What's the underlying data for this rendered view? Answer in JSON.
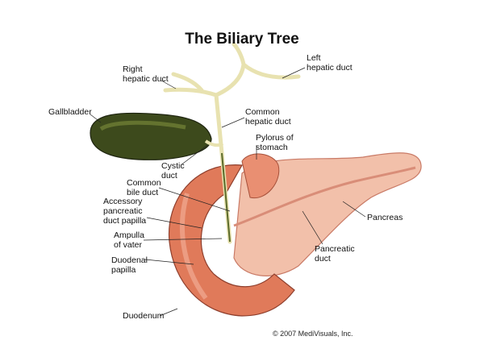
{
  "title": "The Biliary Tree",
  "labels": {
    "right_hepatic": [
      "Right",
      "hepatic duct"
    ],
    "left_hepatic": [
      "Left",
      "hepatic duct"
    ],
    "gallbladder": [
      "Gallbladder"
    ],
    "common_hepatic": [
      "Common",
      "hepatic duct"
    ],
    "pylorus": [
      "Pylorus of",
      "stomach"
    ],
    "cystic": [
      "Cystic",
      "duct"
    ],
    "common_bile": [
      "Common",
      "bile duct"
    ],
    "accessory": [
      "Accessory",
      "pancreatic",
      "duct papilla"
    ],
    "ampulla": [
      "Ampulla",
      "of vater"
    ],
    "duodenal_papilla": [
      "Duodenal",
      "papilla"
    ],
    "duodenum": [
      "Duodenum"
    ],
    "pancreas": [
      "Pancreas"
    ],
    "pancreatic_duct": [
      "Pancreatic",
      "duct"
    ]
  },
  "copyright": "© 2007 MediVisuals, Inc.",
  "colors": {
    "gallbladder": "#3d4a1c",
    "duct": "#e8e2b0",
    "duodenum": "#e07a5a",
    "pancreas": "#f2c0aa"
  }
}
